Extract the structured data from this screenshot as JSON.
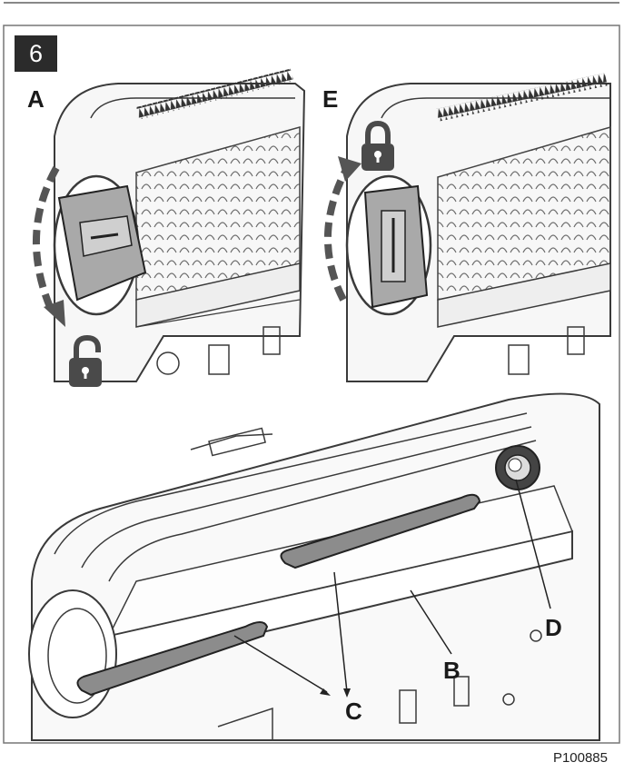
{
  "figure": {
    "step_number": "6",
    "reference_code": "P100885"
  },
  "panels": {
    "unlock": {
      "label": "A",
      "icon": "unlocked-padlock-icon"
    },
    "lock": {
      "label": "E",
      "icon": "locked-padlock-icon"
    }
  },
  "callouts": {
    "b": "B",
    "c": "C",
    "d": "D"
  },
  "colors": {
    "line": "#3a3a3a",
    "arrow": "#555555",
    "highlight": "#8c8c8c",
    "icon": "#4a4a4a"
  }
}
